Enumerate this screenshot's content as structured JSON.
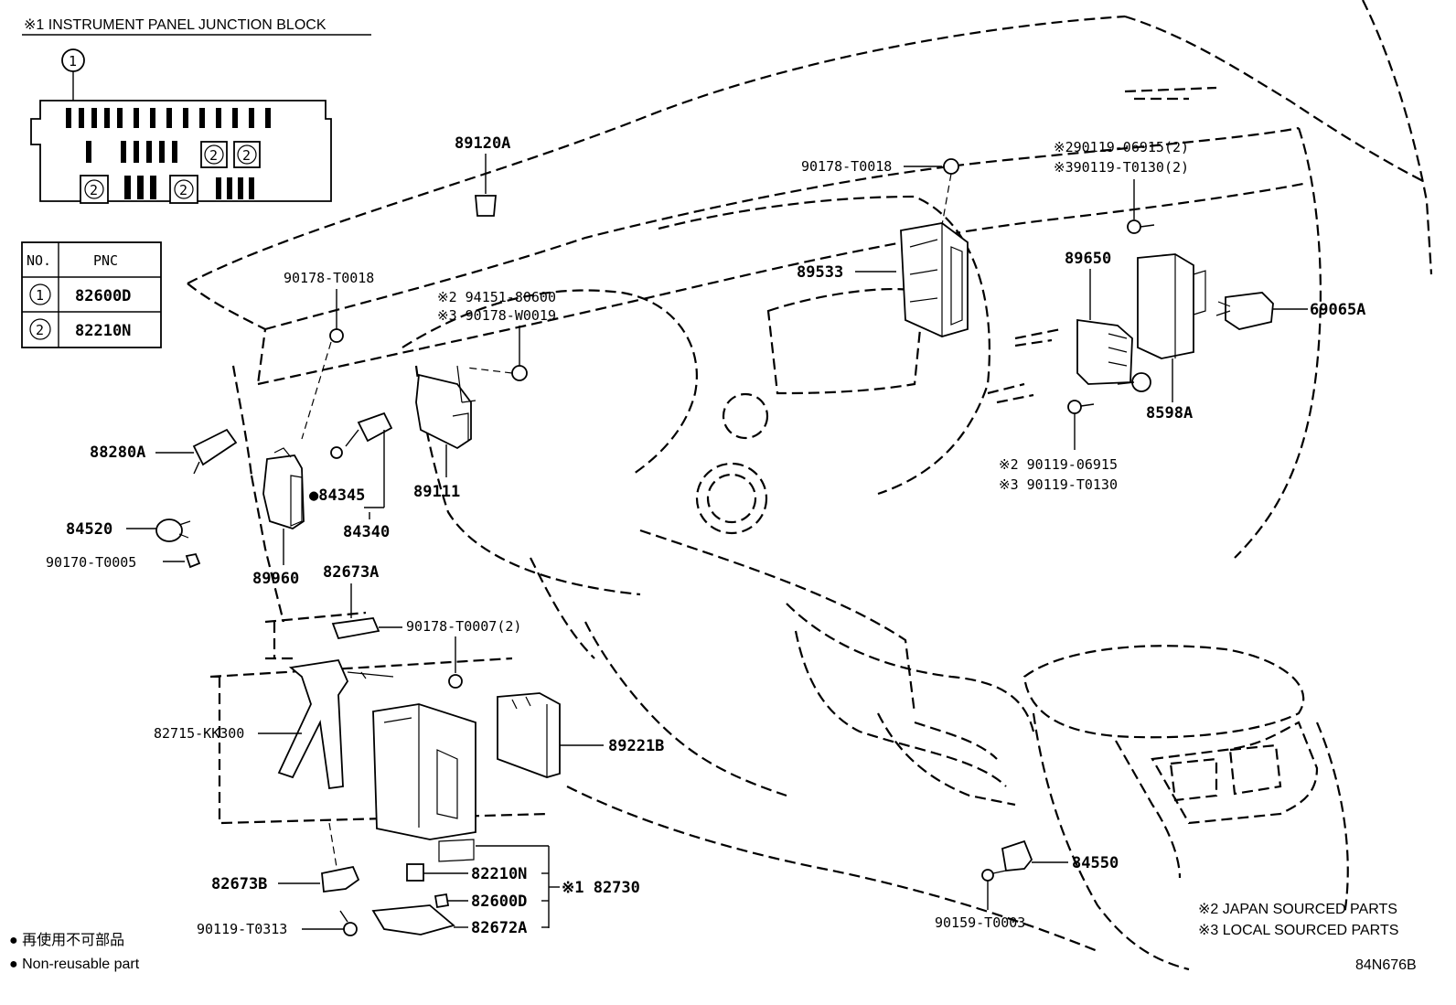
{
  "inset": {
    "title": "※1 INSTRUMENT PANEL JUNCTION BLOCK",
    "callout": "1",
    "fuse_marks": [
      "2",
      "2",
      "2",
      "2"
    ]
  },
  "pnc_table": {
    "headers": [
      "NO.",
      "PNC"
    ],
    "rows": [
      {
        "no": "1",
        "pnc": "82600D"
      },
      {
        "no": "2",
        "pnc": "82210N"
      }
    ]
  },
  "parts": {
    "p89120A": "89120A",
    "p90178_T0018_a": "90178-T0018",
    "p90178_T0018_b": "90178-T0018",
    "p94151": "※2 94151-80600",
    "p90178_W0019": "※3 90178-W0019",
    "p89533": "89533",
    "p90119_06915_2": "※290119-06915(2)",
    "p90119_T0130_2": "※390119-T0130(2)",
    "p89650": "89650",
    "p69065A": "69065A",
    "p8598A": "8598A",
    "p90119_06915": "※2 90119-06915",
    "p90119_T0130": "※3 90119-T0130",
    "p88280A": "88280A",
    "p84345": "●84345",
    "p84340": "84340",
    "p89111": "89111",
    "p84520": "84520",
    "p90170_T0005": "90170-T0005",
    "p89960": "89960",
    "p82673A": "82673A",
    "p90178_T0007": "90178-T0007(2)",
    "p82715": "82715-KK300",
    "p89221B": "89221B",
    "p82210N": "82210N",
    "p82600D": "82600D",
    "p82730": "※1 82730",
    "p82672A": "82672A",
    "p82673B": "82673B",
    "p90119_T0313": "90119-T0313",
    "p84550": "84550",
    "p90159_T0003": "90159-T0003"
  },
  "legend": {
    "non_reusable_jp": "● 再使用不可部品",
    "non_reusable_en": "● Non-reusable part"
  },
  "source_notes": {
    "japan": "※2 JAPAN SOURCED PARTS",
    "local": "※3 LOCAL SOURCED PARTS"
  },
  "figure_code": "84N676B"
}
